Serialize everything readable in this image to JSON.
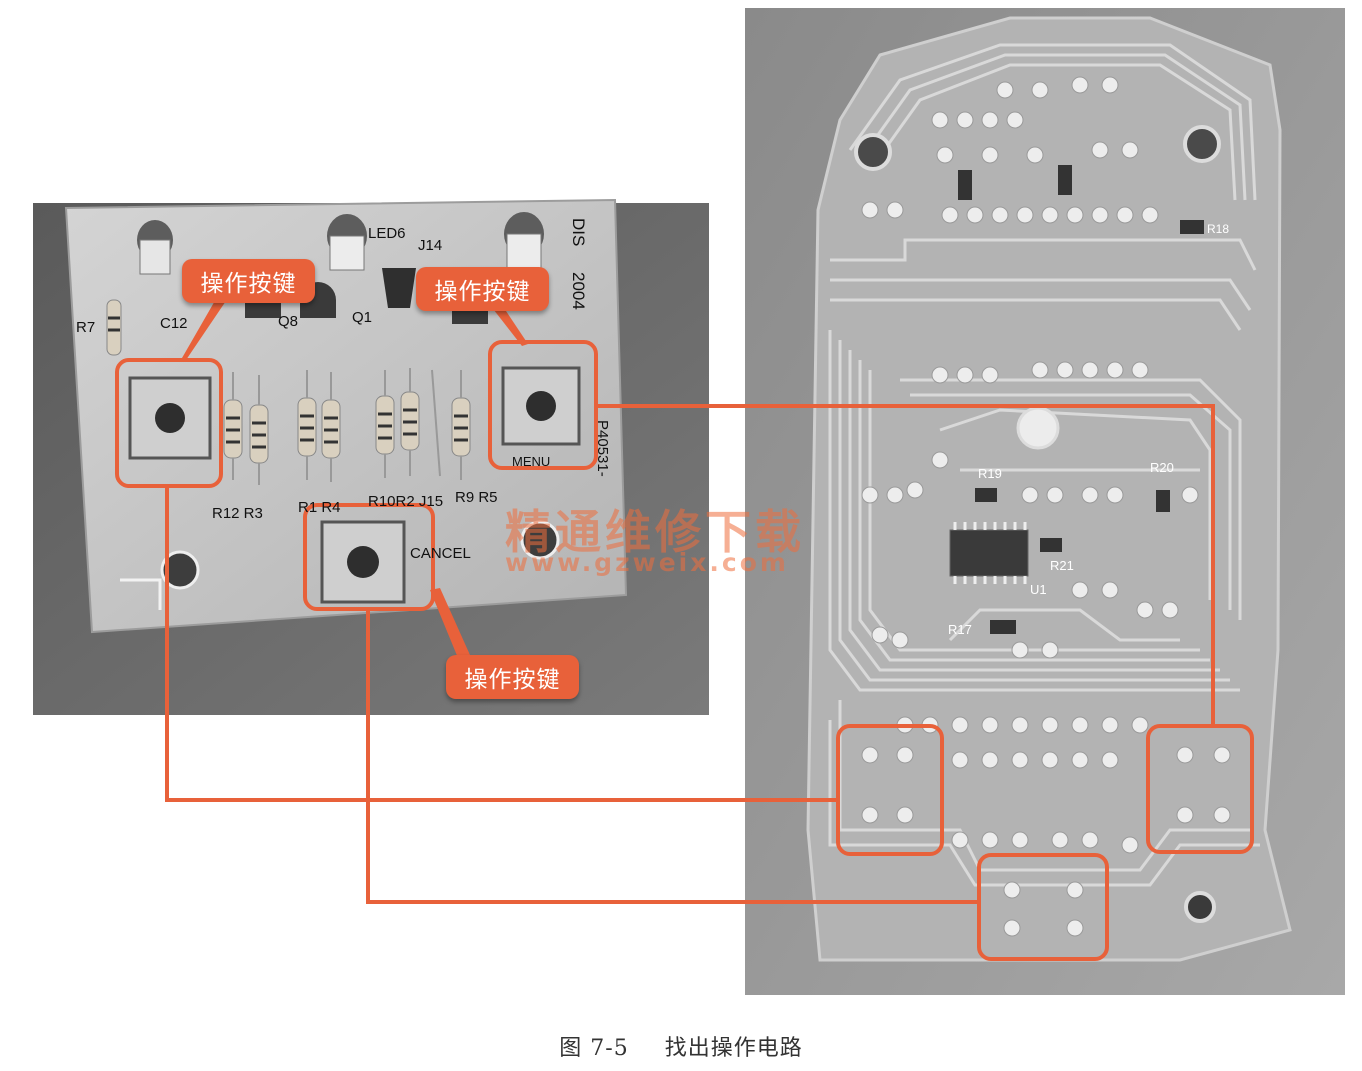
{
  "callouts": {
    "top_left": "操作按键",
    "top_right": "操作按键",
    "bottom": "操作按键"
  },
  "watermark": {
    "cn": "精通维修下载",
    "url": "www.gzweix.com"
  },
  "caption": {
    "figure_no": "图 7-5",
    "title": "找出操作电路"
  },
  "left_board_labels": {
    "led6": "LED6",
    "j14": "J14",
    "dis": "DIS",
    "year": "2004",
    "c12": "C12",
    "q8": "Q8",
    "q1": "Q1",
    "r7": "R7",
    "r12_r3": "R12 R3",
    "r_mid": "R1 R4",
    "r10_r2_j15": "R10R2 J15",
    "r9_r5": "R9 R5",
    "cancel": "CANCEL",
    "menu": "MENU",
    "part_no": "P40531-"
  },
  "right_board_labels": {
    "r18": "R18",
    "r19": "R19",
    "r20": "R20",
    "r21": "R21",
    "r17": "R17",
    "u1": "U1"
  },
  "colors": {
    "highlight": "#e8613a",
    "pcb_photo_bg": "#6c6c6c",
    "pcb_board": "#b9b9b9",
    "trace": "#dedede"
  }
}
